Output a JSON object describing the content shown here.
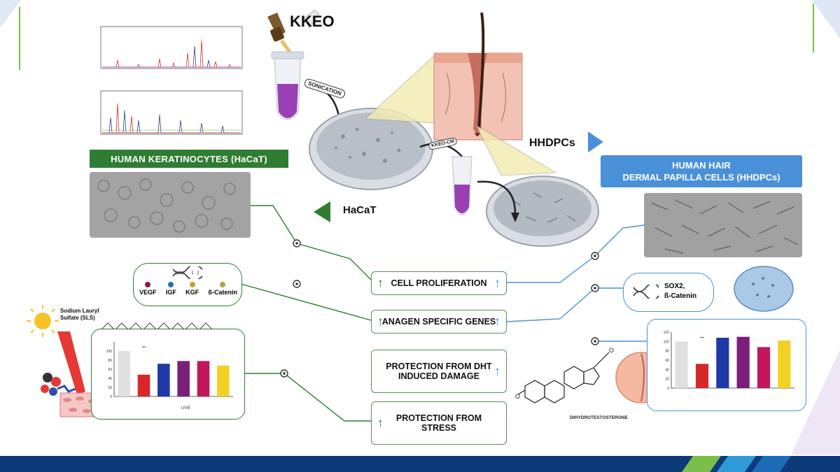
{
  "labels": {
    "kkeo": "KKEO",
    "sonication": "SONICATION",
    "kkeo_cm": "KKEO-CM",
    "hhdpcs": "HHDPCs",
    "hacat": "HaCaT",
    "human_keratinocytes": "HUMAN KERATINOCYTES (HaCaT)",
    "human_hair_line1": "HUMAN HAIR",
    "human_hair_line2": "DERMAL PAPILLA CELLS (HHDPCs)",
    "dihydrotestosterone": "DIHYDROTESTOSTERONE",
    "sls_line1": "Sodium Lauryl",
    "sls_line2": "Sulfate (SLS)",
    "uvb": "UVB",
    "uvb_axis": "UVB"
  },
  "outcomes": {
    "cell_proliferation": "CELL PROLIFERATION",
    "anagen_genes": "ANAGEN SPECIFIC GENES",
    "dht_line1": "PROTECTION FROM DHT",
    "dht_line2": "INDUCED DAMAGE",
    "stress_line1": "PROTECTION FROM",
    "stress_line2": "STRESS"
  },
  "genes": {
    "items": [
      {
        "label": "VEGF",
        "color": "#8b1a3a"
      },
      {
        "label": "IGF",
        "color": "#2a6fb0"
      },
      {
        "label": "KGF",
        "color": "#c9a227"
      },
      {
        "label": "ß-Catenin",
        "color": "#a8a83a"
      }
    ],
    "sox_line1": "SOX2,",
    "sox_line2": "ß-Catenin"
  },
  "colors": {
    "green": "#2e7d32",
    "blue": "#4a90d9",
    "navy": "#0d3b7a"
  },
  "chart_data": [
    {
      "type": "bar",
      "categories": [
        "",
        "",
        "",
        "",
        "",
        ""
      ],
      "values": [
        100,
        48,
        72,
        78,
        78,
        68
      ],
      "colors": [
        "#e0e0e0",
        "#d62828",
        "#1f3aa8",
        "#7a1f7a",
        "#c2185b",
        "#f2d024"
      ],
      "ylim": [
        0,
        120
      ],
      "yticks": [
        0,
        20,
        40,
        60,
        80,
        100
      ],
      "annotations": [
        "",
        "***",
        "",
        "",
        "",
        ""
      ]
    },
    {
      "type": "bar",
      "categories": [
        "",
        "",
        "",
        "",
        "",
        ""
      ],
      "values": [
        100,
        52,
        108,
        110,
        88,
        102
      ],
      "colors": [
        "#e0e0e0",
        "#d62828",
        "#1f3aa8",
        "#7a1f7a",
        "#c2185b",
        "#f2d024"
      ],
      "ylim": [
        0,
        120
      ],
      "yticks": [
        0,
        20,
        40,
        60,
        80,
        100,
        120
      ],
      "annotations": [
        "",
        "***",
        "",
        "",
        "",
        ""
      ]
    }
  ]
}
